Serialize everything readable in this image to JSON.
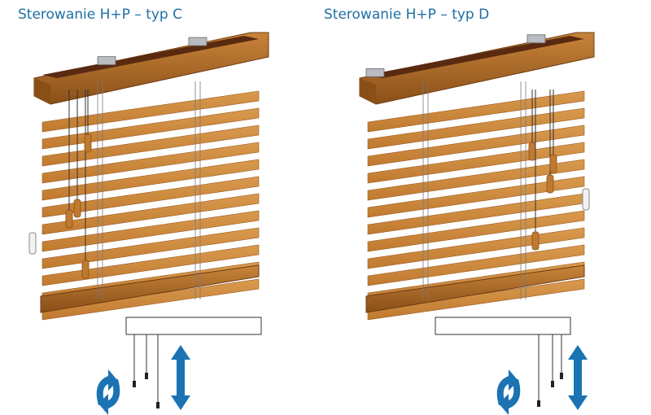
{
  "panels": [
    {
      "title": "Sterowanie H+P – typ C",
      "variant": "C"
    },
    {
      "title": "Sterowanie H+P – typ D",
      "variant": "D"
    }
  ],
  "colors": {
    "title": "#1f6fa6",
    "wood_light": "#d99a4e",
    "wood_mid": "#c07a30",
    "wood_dark": "#8a4f17",
    "headrail_inside": "#5a2a10",
    "arrow_blue": "#1b73b3",
    "cord": "#333333"
  },
  "icons": [
    "rotate-arrows-icon",
    "up-down-arrow-icon",
    "wall-clip-icon",
    "cord-tassel-icon"
  ]
}
